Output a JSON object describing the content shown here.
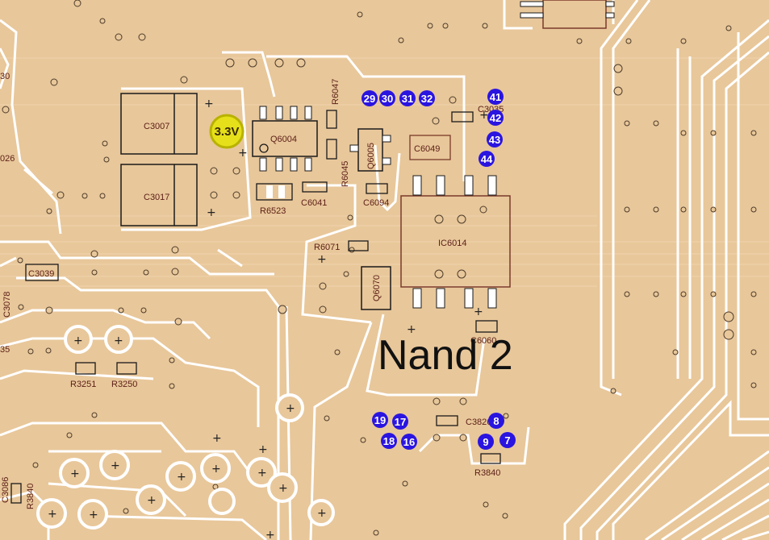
{
  "board": {
    "title": "Nand 2",
    "voltage_marker": "3.3V"
  },
  "components": {
    "c3007": "C3007",
    "c3017": "C3017",
    "q6004": "Q6004",
    "r6047": "R6047",
    "r6045": "R6045",
    "q6005": "Q6005",
    "c6049": "C6049",
    "c3035": "C3035",
    "r6523": "R6523",
    "c6041": "C6041",
    "c6094": "C6094",
    "ic6014": "IC6014",
    "r6071": "R6071",
    "q6070": "Q6070",
    "c6060": "C6060",
    "c3039": "C3039",
    "c3078": "C3078",
    "r3251": "R3251",
    "r3250": "R3250",
    "c3826": "C3826",
    "r3840": "R3840",
    "c3086": "C3086",
    "r3841": "R3840",
    "c3026": "026",
    "c3030": "30",
    "c3035b": "35"
  },
  "test_points": {
    "tp29": "29",
    "tp30": "30",
    "tp31": "31",
    "tp32": "32",
    "tp41": "41",
    "tp42": "42",
    "tp43": "43",
    "tp44": "44",
    "tp19": "19",
    "tp17": "17",
    "tp18": "18",
    "tp16": "16",
    "tp8": "8",
    "tp9": "9",
    "tp7": "7"
  },
  "colors": {
    "board": "#e8c79a",
    "trace": "#ffffff",
    "outline": "#1a1a1a",
    "testpoint": "#2a14e0",
    "voltage": "#e6e01a",
    "label": "#5b1e16"
  }
}
